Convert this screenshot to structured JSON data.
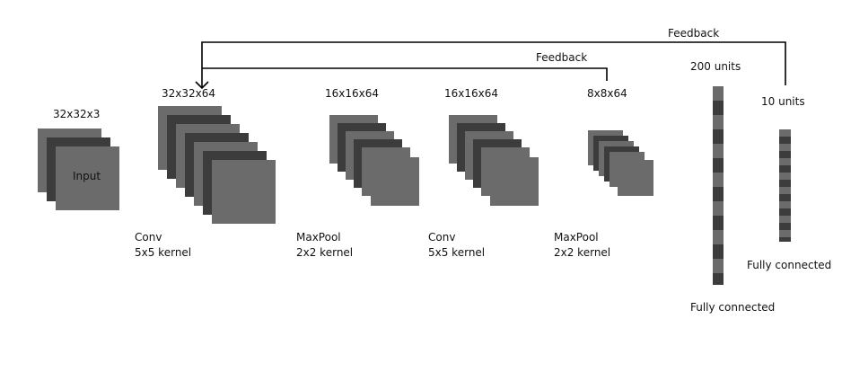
{
  "diagram": {
    "input": {
      "dims": "32x32x3",
      "name": "Input",
      "depth": 3
    },
    "conv1": {
      "dims": "32x32x64",
      "caption": "Conv\n5x5 kernel",
      "depth": 7
    },
    "pool1": {
      "dims": "16x16x64",
      "caption": "MaxPool\n2x2 kernel",
      "depth": 6
    },
    "conv2": {
      "dims": "16x16x64",
      "caption": "Conv\n5x5 kernel",
      "depth": 6
    },
    "pool2": {
      "dims": "8x8x64",
      "caption": "MaxPool\n2x2 kernel",
      "depth": 6
    },
    "fc1": {
      "units": "200 units",
      "caption": "Fully connected",
      "segments": 14
    },
    "fc2": {
      "units": "10 units",
      "caption": "Fully connected",
      "segments": 16
    },
    "feedback_outer": "Feedback",
    "feedback_inner": "Feedback"
  },
  "colors": {
    "face_light": "#6b6b6b",
    "face_dark": "#3c3c3c",
    "line": "#000000"
  }
}
